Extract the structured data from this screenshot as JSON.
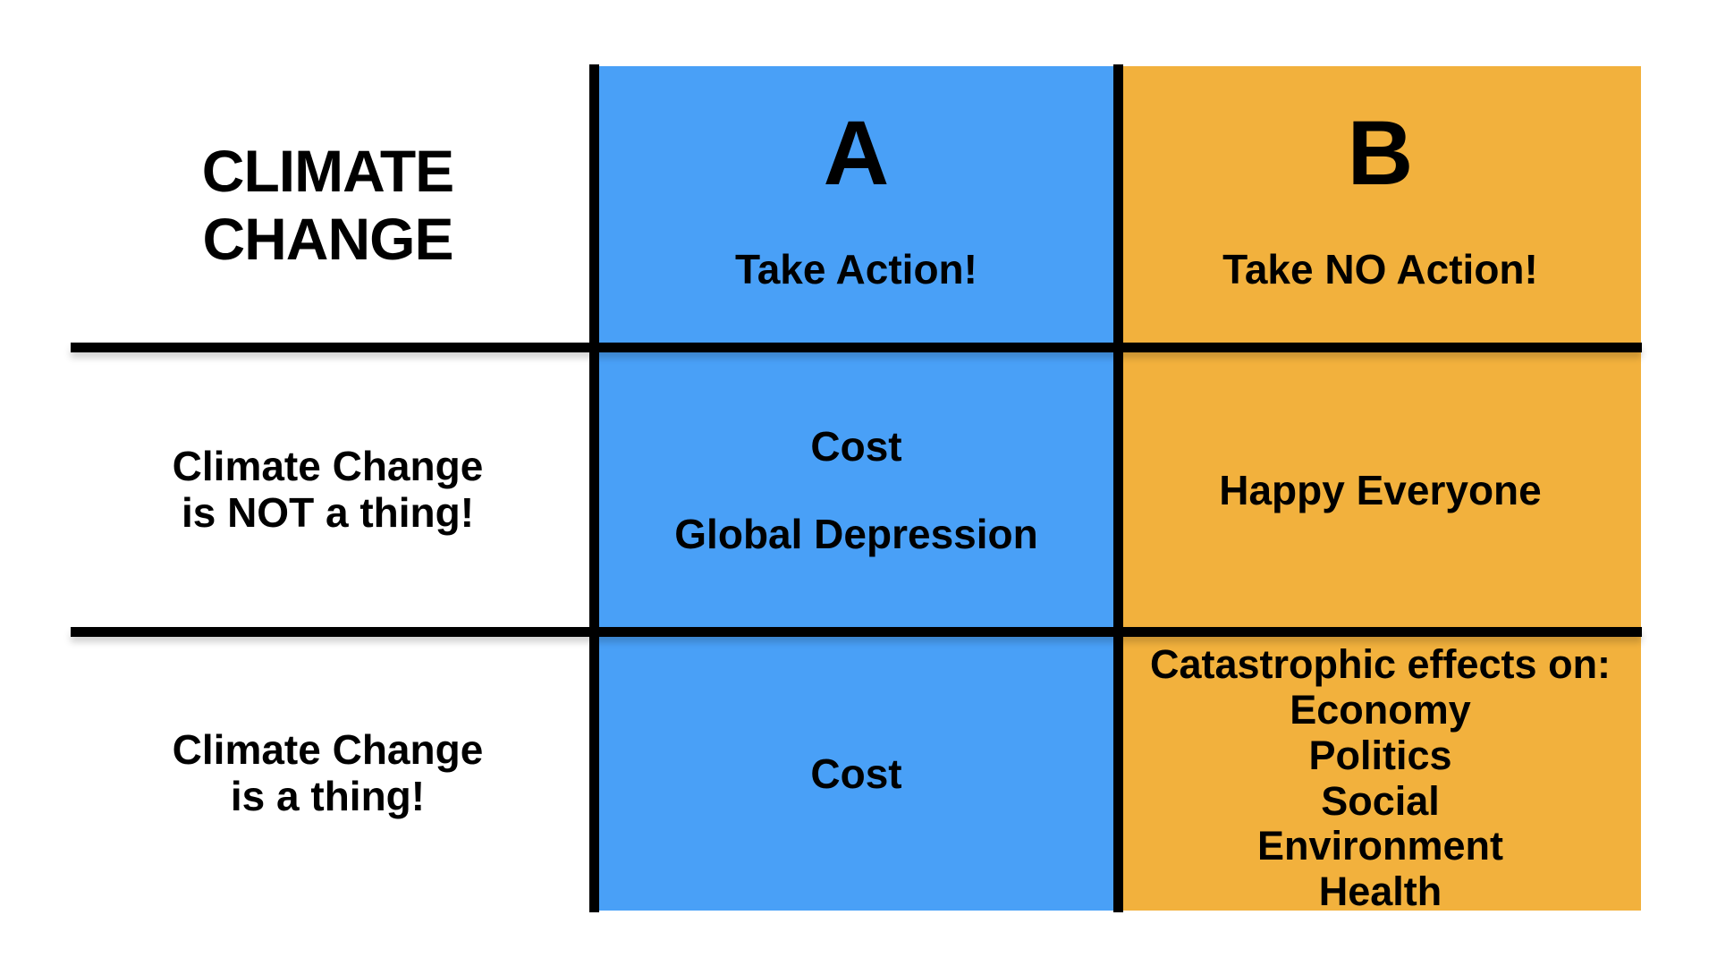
{
  "title": "CLIMATE CHANGE",
  "colors": {
    "column_a": "#49a0f7",
    "column_b": "#f2b13d",
    "lines": "#000000"
  },
  "columns": [
    {
      "letter": "A",
      "action": "Take Action!"
    },
    {
      "letter": "B",
      "action": "Take NO Action!"
    }
  ],
  "rows": [
    {
      "label_line1": "Climate Change",
      "label_line2": "is NOT a thing!",
      "a_line1": "Cost",
      "a_line2": "Global Depression",
      "b": "Happy Everyone"
    },
    {
      "label_line1": "Climate Change",
      "label_line2": "is a thing!",
      "a": "Cost",
      "b_heading": "Catastrophic effects on:",
      "b_items": [
        "Economy",
        "Politics",
        "Social",
        "Environment",
        "Health"
      ]
    }
  ]
}
